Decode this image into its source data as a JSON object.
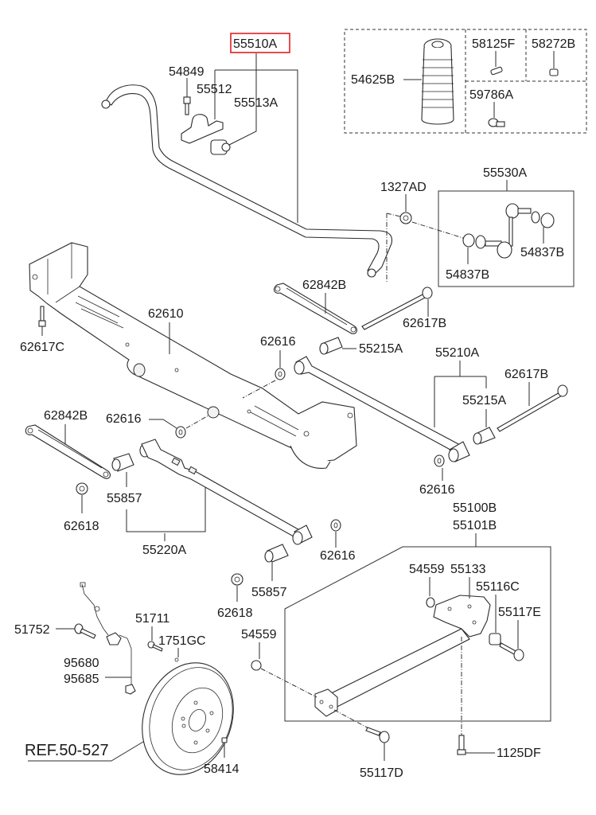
{
  "diagram": {
    "title": "Rear suspension parts diagram",
    "highlight_color": "#e02020",
    "highlighted_part": "55510A",
    "labels": {
      "stabilizer_bar": "55510A",
      "bolt_54849": "54849",
      "bracket_55512": "55512",
      "bushing_55513A": "55513A",
      "bumper_54625B": "54625B",
      "part_58125F": "58125F",
      "part_58272B": "58272B",
      "part_59786A": "59786A",
      "nut_1327AD": "1327AD",
      "link_55530A": "55530A",
      "bushing_54837B_right": "54837B",
      "bushing_54837B_lower": "54837B",
      "crossmember_62610": "62610",
      "bolt_62617C": "62617C",
      "arm_62842B_top": "62842B",
      "bolt_62617B_top": "62617B",
      "bushing_55215A_top": "55215A",
      "washer_62616_top": "62616",
      "arm_55210A": "55210A",
      "bushing_55215A_mid": "55215A",
      "bolt_62617B_mid": "62617B",
      "washer_62616_right": "62616",
      "arm_62842B_left": "62842B",
      "washer_62616_left": "62616",
      "bushing_55857_left": "55857",
      "nut_62618_left": "62618",
      "arm_55220A": "55220A",
      "washer_62616_bottom": "62616",
      "bushing_55857_bottom": "55857",
      "nut_62618_bottom": "62618",
      "axle_55100B": "55100B",
      "axle_55101B": "55101B",
      "nut_54559_top": "54559",
      "bracket_55133": "55133",
      "bushing_55116C": "55116C",
      "bolt_55117E": "55117E",
      "nut_54559_left": "54559",
      "bolt_55117D": "55117D",
      "bolt_1125DF": "1125DF",
      "bolt_51752": "51752",
      "bolt_51711": "51711",
      "part_1751GC": "1751GC",
      "sensor_95680": "95680",
      "sensor_95685": "95685",
      "ref_disc": "REF.50-527",
      "screw_58414": "58414"
    }
  }
}
